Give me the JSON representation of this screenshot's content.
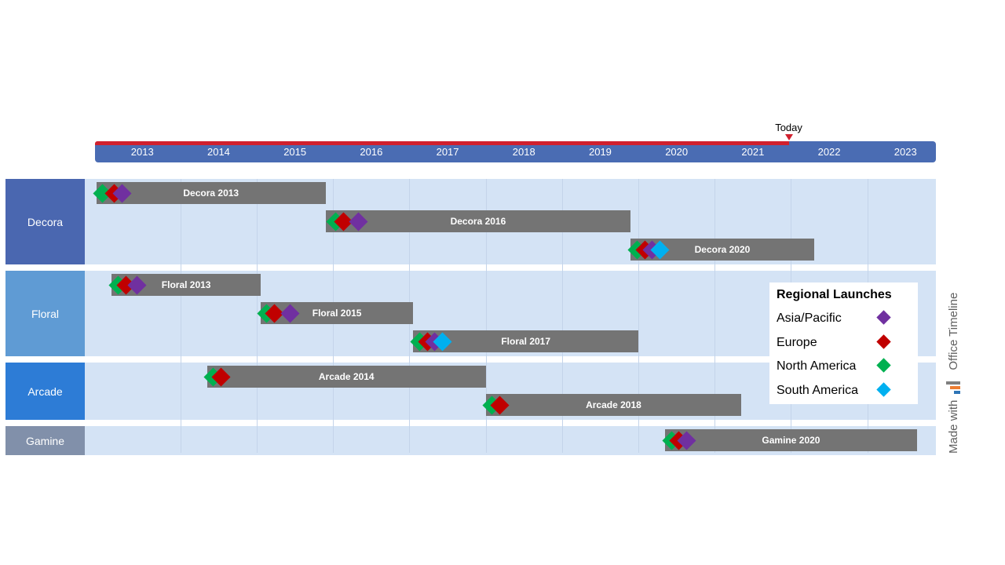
{
  "chart_data": {
    "type": "gantt",
    "axis": {
      "years": [
        "2013",
        "2014",
        "2015",
        "2016",
        "2017",
        "2018",
        "2019",
        "2020",
        "2021",
        "2022",
        "2023"
      ],
      "range": [
        2012.88,
        2023.9
      ]
    },
    "today": {
      "label": "Today",
      "value": 2021.97
    },
    "swimlanes": [
      {
        "name": "Decora",
        "color": "#4a67b0",
        "rows": 3
      },
      {
        "name": "Floral",
        "color": "#5f9bd4",
        "rows": 3
      },
      {
        "name": "Arcade",
        "color": "#2d7cd6",
        "rows": 2
      },
      {
        "name": "Gamine",
        "color": "#8190aa",
        "rows": 1
      }
    ],
    "tasks": [
      {
        "label": "Decora 2013",
        "lane": 0,
        "row": 0,
        "start": 2012.9,
        "end": 2015.9,
        "launches": [
          {
            "region": "North America",
            "date": 2012.9
          },
          {
            "region": "Europe",
            "date": 2013.05
          },
          {
            "region": "Asia/Pacific",
            "date": 2013.15
          }
        ]
      },
      {
        "label": "Decora 2016",
        "lane": 0,
        "row": 1,
        "start": 2015.9,
        "end": 2019.9,
        "launches": [
          {
            "region": "North America",
            "date": 2015.95
          },
          {
            "region": "Europe",
            "date": 2016.05
          },
          {
            "region": "Asia/Pacific",
            "date": 2016.25
          }
        ]
      },
      {
        "label": "Decora 2020",
        "lane": 0,
        "row": 2,
        "start": 2019.9,
        "end": 2022.3,
        "launches": [
          {
            "region": "North America",
            "date": 2019.9
          },
          {
            "region": "Europe",
            "date": 2020.0
          },
          {
            "region": "Asia/Pacific",
            "date": 2020.1
          },
          {
            "region": "South America",
            "date": 2020.2
          }
        ]
      },
      {
        "label": "Floral 2013",
        "lane": 1,
        "row": 0,
        "start": 2013.1,
        "end": 2015.05,
        "launches": [
          {
            "region": "North America",
            "date": 2013.1
          },
          {
            "region": "Europe",
            "date": 2013.2
          },
          {
            "region": "Asia/Pacific",
            "date": 2013.35
          }
        ]
      },
      {
        "label": "Floral 2015",
        "lane": 1,
        "row": 1,
        "start": 2015.05,
        "end": 2017.05,
        "launches": [
          {
            "region": "North America",
            "date": 2015.05
          },
          {
            "region": "Europe",
            "date": 2015.15
          },
          {
            "region": "Asia/Pacific",
            "date": 2015.35
          }
        ]
      },
      {
        "label": "Floral 2017",
        "lane": 1,
        "row": 2,
        "start": 2017.05,
        "end": 2020.0,
        "launches": [
          {
            "region": "North America",
            "date": 2017.05
          },
          {
            "region": "Europe",
            "date": 2017.15
          },
          {
            "region": "Asia/Pacific",
            "date": 2017.25
          },
          {
            "region": "South America",
            "date": 2017.35
          }
        ]
      },
      {
        "label": "Arcade 2014",
        "lane": 2,
        "row": 0,
        "start": 2014.35,
        "end": 2018.0,
        "launches": [
          {
            "region": "North America",
            "date": 2014.35
          },
          {
            "region": "Europe",
            "date": 2014.45
          }
        ]
      },
      {
        "label": "Arcade 2018",
        "lane": 2,
        "row": 1,
        "start": 2018.0,
        "end": 2021.35,
        "launches": [
          {
            "region": "North America",
            "date": 2018.0
          },
          {
            "region": "Europe",
            "date": 2018.1
          }
        ]
      },
      {
        "label": "Gamine 2020",
        "lane": 3,
        "row": 0,
        "start": 2020.35,
        "end": 2023.65,
        "launches": [
          {
            "region": "North America",
            "date": 2020.35
          },
          {
            "region": "Europe",
            "date": 2020.45
          },
          {
            "region": "Asia/Pacific",
            "date": 2020.55
          }
        ]
      }
    ],
    "legend": {
      "title": "Regional Launches",
      "placement": "right",
      "items": [
        {
          "name": "Asia/Pacific",
          "color": "#7030a0"
        },
        {
          "name": "Europe",
          "color": "#c00000"
        },
        {
          "name": "North America",
          "color": "#00b050"
        },
        {
          "name": "South America",
          "color": "#00b0f0"
        }
      ]
    }
  },
  "watermark": {
    "made_with": "Made with",
    "brand": "Office Timeline"
  }
}
